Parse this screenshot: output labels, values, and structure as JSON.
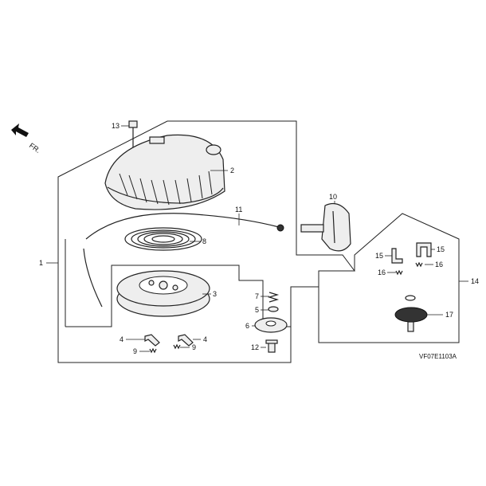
{
  "diagram": {
    "direction_label": "FR.",
    "drawing_code": "VF07E1103A",
    "callouts": {
      "c1": "1",
      "c2": "2",
      "c3": "3",
      "c4a": "4",
      "c4b": "4",
      "c5": "5",
      "c6": "6",
      "c7": "7",
      "c8": "8",
      "c9a": "9",
      "c9b": "9",
      "c10": "10",
      "c11": "11",
      "c12": "12",
      "c13": "13",
      "c14": "14",
      "c15a": "15",
      "c15b": "15",
      "c16a": "16",
      "c16b": "16",
      "c17": "17"
    }
  }
}
